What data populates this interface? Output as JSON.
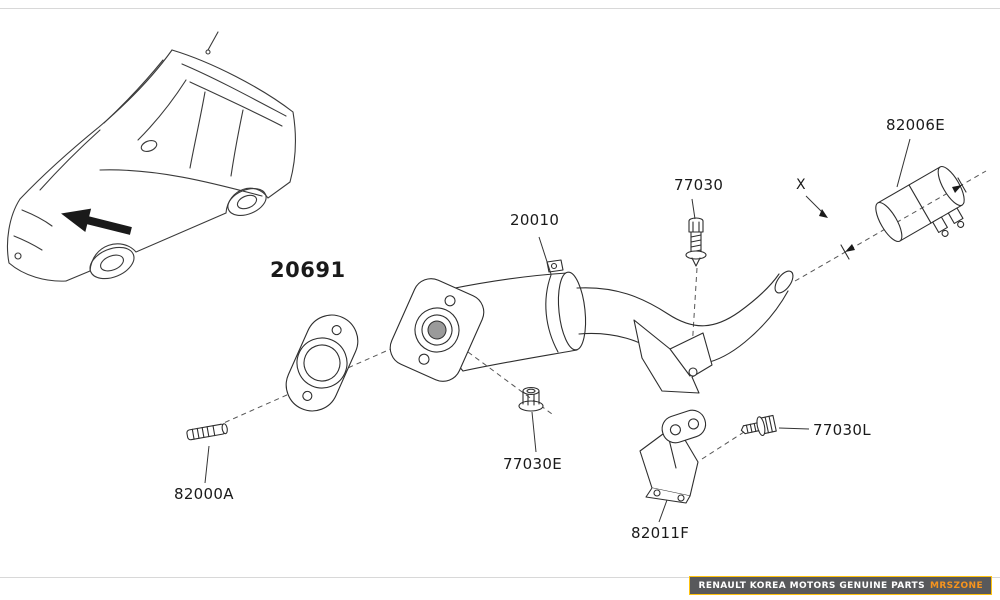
{
  "labels": {
    "gasket": "20691",
    "front_pipe": "20010",
    "bolt_top": "77030",
    "clamp": "82006E",
    "marker_x": "X",
    "flange_nut": "77030E",
    "stud_bolt": "82000A",
    "hanger_bracket": "82011F",
    "hanger_bolt": "77030L"
  },
  "watermark": {
    "text": "RENAULT KOREA MOTORS GENUINE PARTS",
    "brand": "MRSZONE"
  },
  "colors": {
    "line": "#2e2e2e",
    "dashed_line": "#555555",
    "label_text": "#1a1a1a",
    "watermark_bg": "#58595b",
    "watermark_text": "#ffffff",
    "watermark_brand": "#f7941d",
    "watermark_border": "#ffc20e"
  }
}
